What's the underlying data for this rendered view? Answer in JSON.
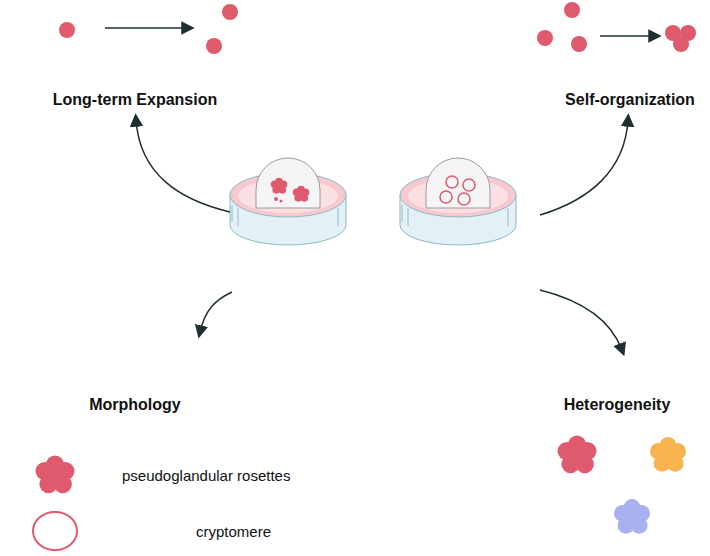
{
  "diagram": {
    "labels": [
      "Long-term Expansion",
      "Self-organization",
      "Morphology",
      "Heterogeneity"
    ],
    "legend": [
      {
        "text": "pseudoglandular rosettes"
      },
      {
        "text": "cryptomere"
      }
    ]
  }
}
